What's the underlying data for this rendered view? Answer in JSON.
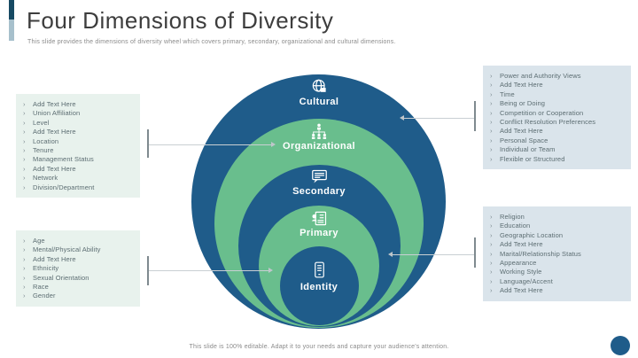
{
  "slide": {
    "title": "Four Dimensions of Diversity",
    "subtitle": "This slide provides the dimensions of diversity wheel which covers primary, secondary, organizational and cultural dimensions.",
    "footer": "This slide is 100% editable. Adapt it to your needs and capture your audience's attention."
  },
  "diagram": {
    "rings": [
      {
        "label": "Cultural",
        "icon": "globe-icon",
        "color": "#1F5C8A"
      },
      {
        "label": "Organizational",
        "icon": "org-hierarchy-icon",
        "color": "#69BE8D"
      },
      {
        "label": "Secondary",
        "icon": "presentation-chat-icon",
        "color": "#1F5C8A"
      },
      {
        "label": "Primary",
        "icon": "profile-document-icon",
        "color": "#69BE8D"
      },
      {
        "label": "Identity",
        "icon": "id-card-icon",
        "color": "#1F5C8A"
      }
    ],
    "boxes": {
      "left_top": {
        "items": [
          "Add Text Here",
          "Union Affiliation",
          "Level",
          "Add Text Here",
          "Location",
          "Tenure",
          "Management Status",
          "Add Text Here",
          "Network",
          "Division/Department"
        ]
      },
      "left_bottom": {
        "items": [
          "Age",
          "Mental/Physical Ability",
          "Add Text Here",
          "Ethnicity",
          "Sexual Orientation",
          "Race",
          "Gender"
        ]
      },
      "right_top": {
        "items": [
          "Power and Authority Views",
          "Add Text Here",
          "Time",
          "Being or Doing",
          "Competition or Cooperation",
          "Conflict Resolution Preferences",
          "Add Text Here",
          "Personal Space",
          "Individual  or Team",
          "Flexible or Structured"
        ]
      },
      "right_bottom": {
        "items": [
          "Religion",
          "Education",
          "Geographic Location",
          "Add Text Here",
          "Marital/Relationship  Status",
          "Appearance",
          "Working Style",
          "Language/Accent",
          "Add Text Here"
        ]
      }
    }
  },
  "colors": {
    "dark_blue": "#1F5C8A",
    "green": "#69BE8D",
    "left_box_bg": "#E8F2ED",
    "right_box_bg": "#DAE4EB",
    "accent_dark": "#174A63",
    "accent_light": "#A7C0CC"
  }
}
